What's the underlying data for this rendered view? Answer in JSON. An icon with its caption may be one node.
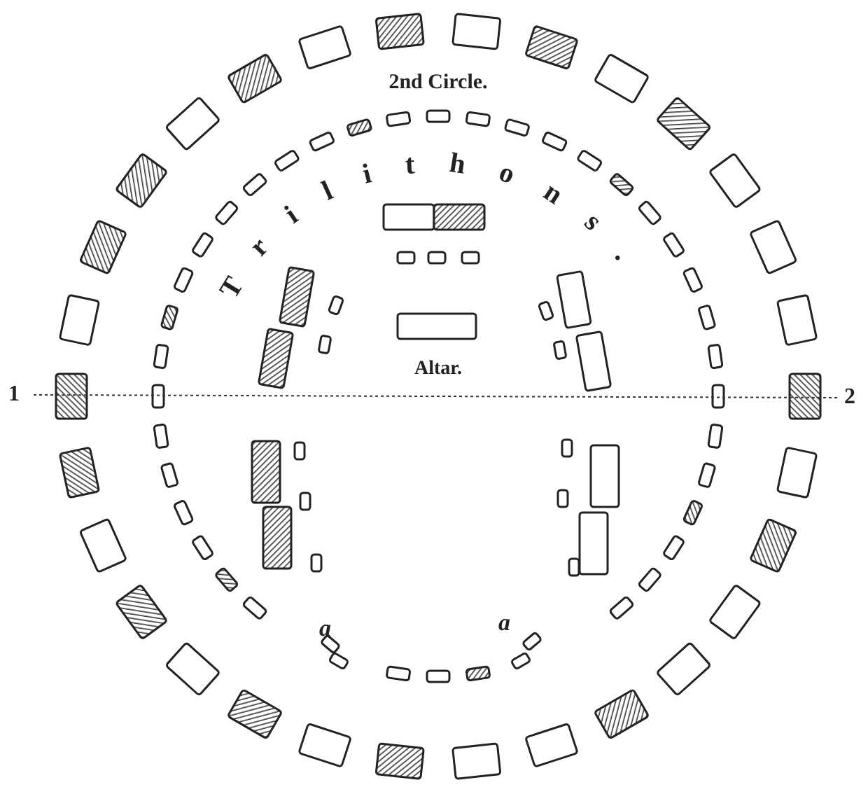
{
  "diagram": {
    "labels": [
      "2nd Circle.",
      "Trilithons.",
      "Altar.",
      "1",
      "2",
      "a",
      "a"
    ]
  }
}
